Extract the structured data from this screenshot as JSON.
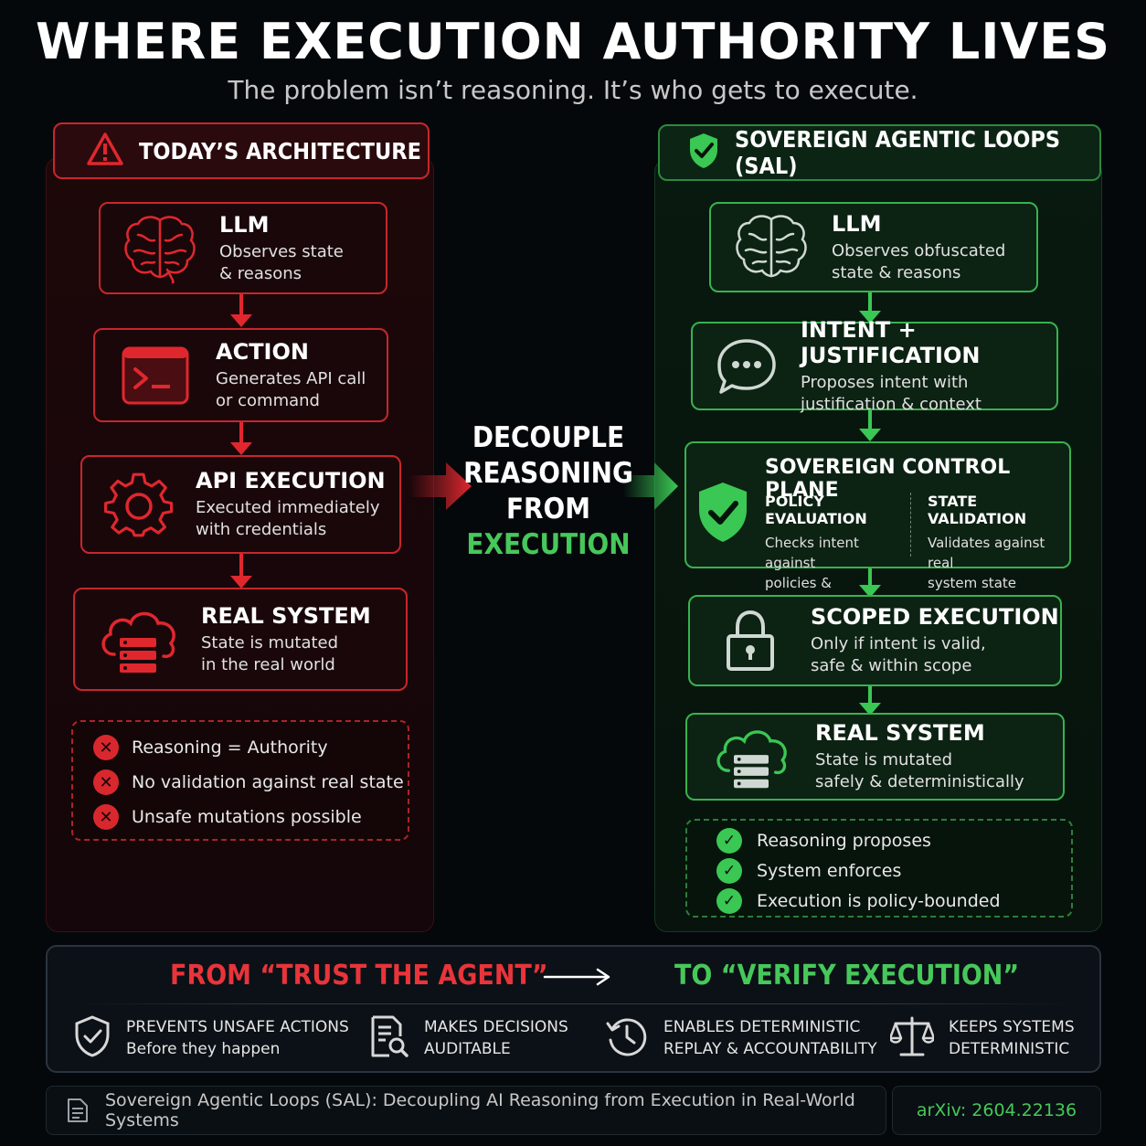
{
  "header": {
    "title": "WHERE EXECUTION AUTHORITY LIVES",
    "subtitle": "The problem isn’t reasoning. It’s who gets to execute."
  },
  "left": {
    "heading": "TODAY’S ARCHITECTURE",
    "boxes": [
      {
        "title": "LLM",
        "line1": "Observes state",
        "line2": "& reasons",
        "icon": "brain-icon"
      },
      {
        "title": "ACTION",
        "line1": "Generates API call",
        "line2": "or command",
        "icon": "terminal-icon"
      },
      {
        "title": "API EXECUTION",
        "line1": "Executed immediately",
        "line2": "with credentials",
        "icon": "gear-icon"
      },
      {
        "title": "REAL SYSTEM",
        "line1": "State is mutated",
        "line2": "in the real world",
        "icon": "cloud-server-icon"
      }
    ],
    "issues": [
      "Reasoning = Authority",
      "No validation against real state",
      "Unsafe mutations possible"
    ]
  },
  "center": {
    "line1": "DECOUPLE",
    "line2": "REASONING",
    "line3": "FROM",
    "line4": "EXECUTION"
  },
  "right": {
    "heading": "SOVEREIGN AGENTIC LOOPS (SAL)",
    "llm": {
      "title": "LLM",
      "line1": "Observes obfuscated",
      "line2": "state & reasons",
      "icon": "brain-icon"
    },
    "intent": {
      "title": "INTENT + JUSTIFICATION",
      "line1": "Proposes intent with",
      "line2": "justification & context",
      "icon": "chat-bubble-icon"
    },
    "control": {
      "title": "SOVEREIGN CONTROL PLANE",
      "policy_h": "POLICY EVALUATION",
      "policy_1": "Checks intent against",
      "policy_2": "policies & constraints",
      "state_h": "STATE VALIDATION",
      "state_1": "Validates against real",
      "state_2": "system state",
      "icon": "shield-check-icon"
    },
    "scoped": {
      "title": "SCOPED EXECUTION",
      "line1": "Only if intent is valid,",
      "line2": "safe & within scope",
      "icon": "lock-icon"
    },
    "real": {
      "title": "REAL SYSTEM",
      "line1": "State is mutated",
      "line2": "safely & deterministically",
      "icon": "cloud-server-icon"
    },
    "benefits": [
      "Reasoning proposes",
      "System enforces",
      "Execution is policy-bounded"
    ]
  },
  "bottom": {
    "from": "FROM “TRUST THE AGENT”",
    "to": "TO “VERIFY EXECUTION”",
    "items": [
      {
        "line1": "PREVENTS UNSAFE ACTIONS",
        "line2": "Before they happen",
        "icon": "shield-check-icon"
      },
      {
        "line1": "MAKES DECISIONS",
        "line2": "AUDITABLE",
        "icon": "document-search-icon"
      },
      {
        "line1": "ENABLES DETERMINISTIC",
        "line2": "REPLAY & ACCOUNTABILITY",
        "icon": "history-clock-icon"
      },
      {
        "line1": "KEEPS SYSTEMS",
        "line2": "DETERMINISTIC",
        "icon": "scales-icon"
      }
    ]
  },
  "footer": {
    "paper": "Sovereign Agentic Loops (SAL): Decoupling AI Reasoning from Execution in Real-World Systems",
    "arxiv": "arXiv: 2604.22136"
  },
  "colors": {
    "red": "#e0272e",
    "green": "#3ac754",
    "background": "#05080b"
  }
}
